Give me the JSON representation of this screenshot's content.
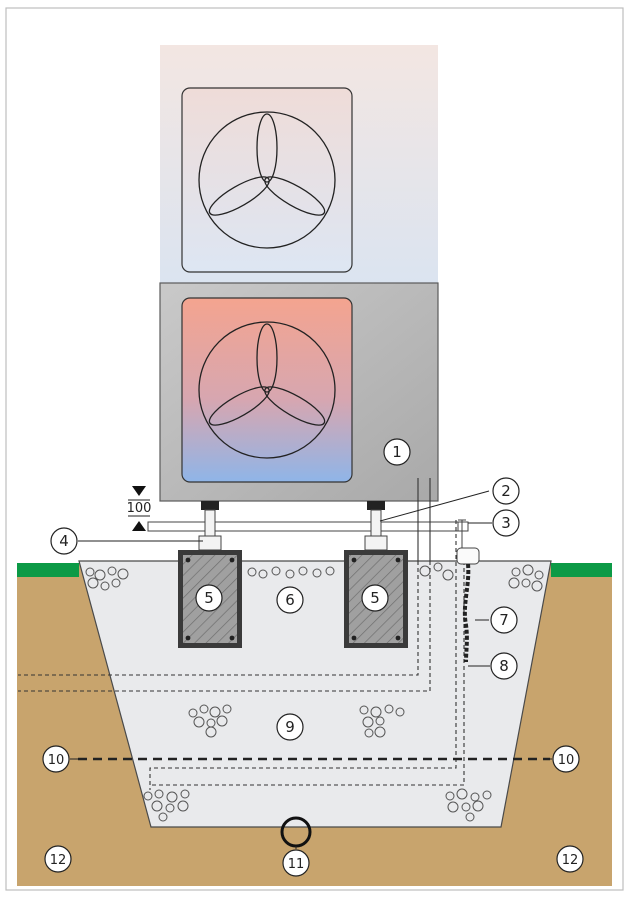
{
  "dimension": {
    "value": "100"
  },
  "callouts": [
    {
      "label": "1"
    },
    {
      "label": "2"
    },
    {
      "label": "3"
    },
    {
      "label": "4"
    },
    {
      "label": "5"
    },
    {
      "label": "5"
    },
    {
      "label": "6"
    },
    {
      "label": "7"
    },
    {
      "label": "8"
    },
    {
      "label": "9"
    },
    {
      "label": "10"
    },
    {
      "label": "10"
    },
    {
      "label": "11"
    },
    {
      "label": "12"
    },
    {
      "label": "12"
    }
  ],
  "colors": {
    "soil": "#c8a46d",
    "grass": "#0c9a46",
    "gravel_bed": "#e9eaec",
    "unit_upper_top": "#f2e7e4",
    "unit_upper_bottom": "#dde5f0",
    "unit_lower_body": "#b9b9b9",
    "panel_red": "#f2a38f",
    "panel_blue": "#91b6e6",
    "concrete": "#9a9a9a",
    "foot": "#222222"
  },
  "icons": [
    "fan-icon",
    "dimension-arrow-icon",
    "drain-pipe-icon",
    "gravel-icon"
  ]
}
